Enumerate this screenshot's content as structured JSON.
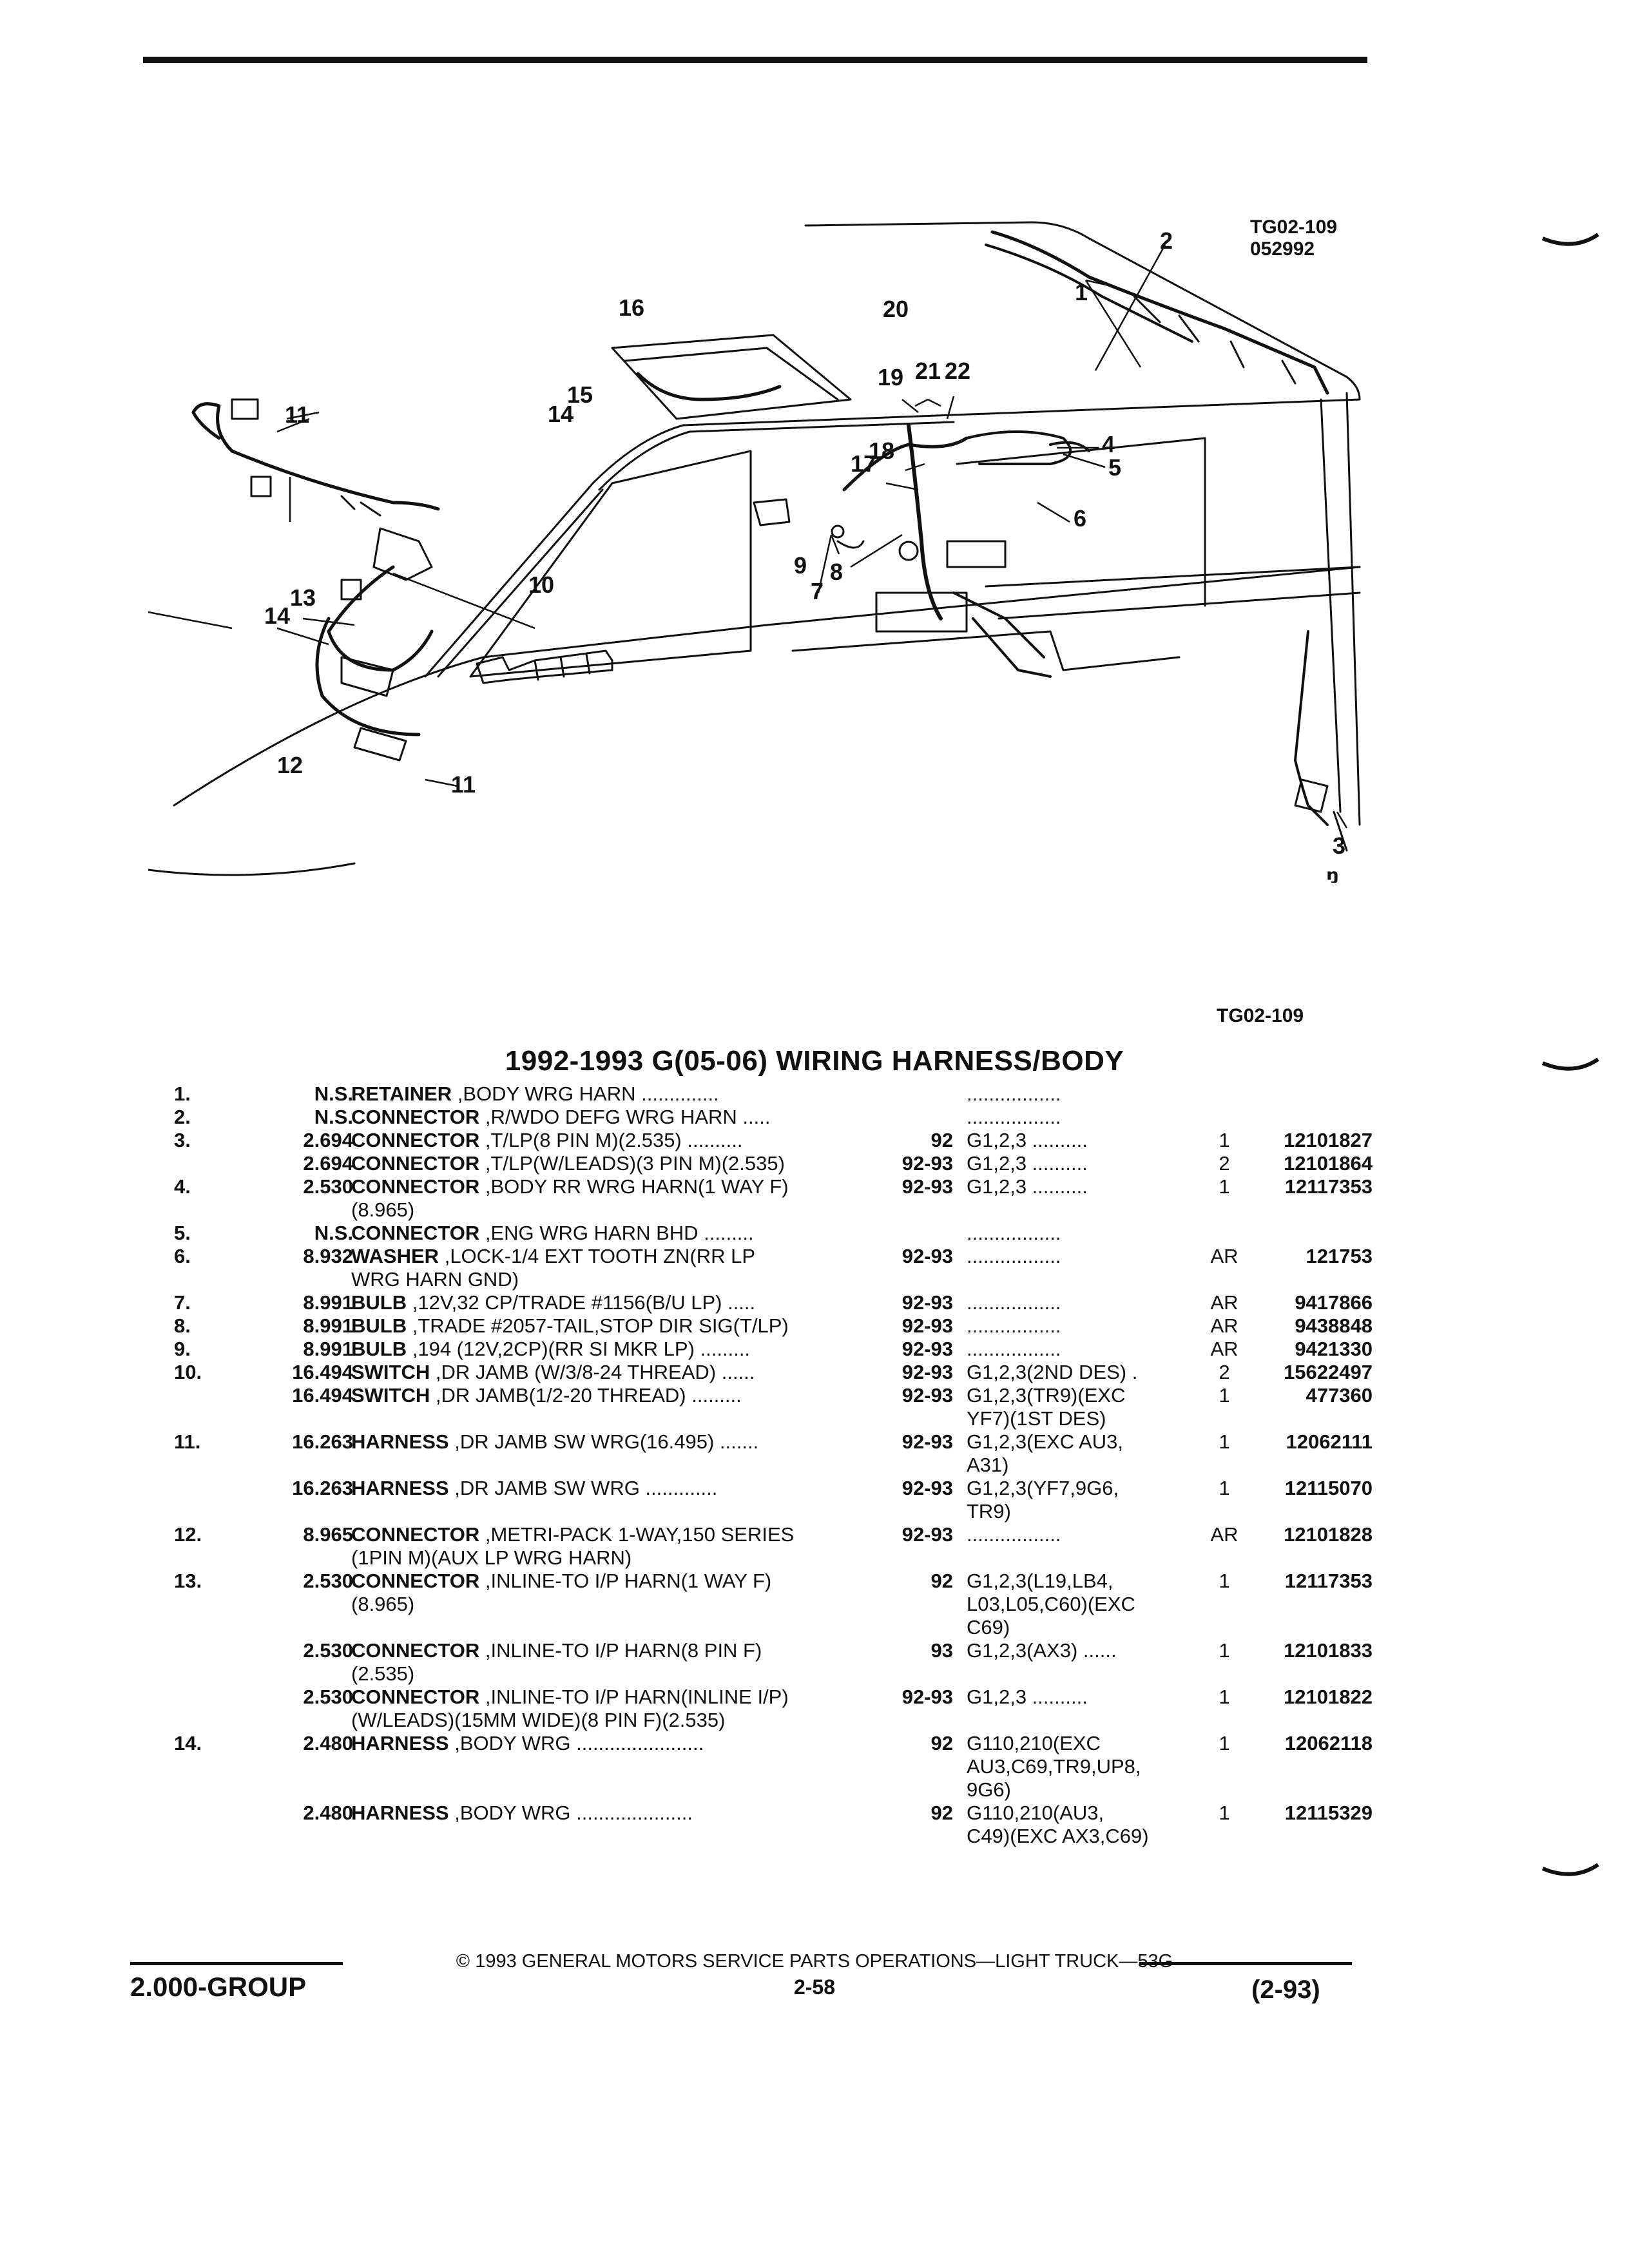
{
  "figure": {
    "id_top": "TG02-109",
    "date_code": "052992",
    "id_bottom": "TG02-109",
    "callouts": [
      "1",
      "2",
      "3",
      "4",
      "5",
      "6",
      "7",
      "8",
      "9",
      "10",
      "11",
      "11",
      "12",
      "13",
      "14",
      "14",
      "15",
      "16",
      "17",
      "18",
      "19",
      "20",
      "21",
      "22"
    ]
  },
  "title": "1992-1993 G(05-06) WIRING HARNESS/BODY",
  "parts": [
    {
      "item": "1.",
      "group": "N.S.",
      "name": "RETAINER",
      "desc": ",BODY WRG HARN ..............",
      "years": "",
      "models": ".................",
      "qty": "",
      "part": ""
    },
    {
      "item": "2.",
      "group": "N.S.",
      "name": "CONNECTOR",
      "desc": ",R/WDO DEFG WRG HARN .....",
      "years": "",
      "models": ".................",
      "qty": "",
      "part": ""
    },
    {
      "item": "3.",
      "group": "2.694",
      "name": "CONNECTOR",
      "desc": ",T/LP(8 PIN M)(2.535) ..........",
      "years": "92",
      "models": "G1,2,3 ..........",
      "qty": "1",
      "part": "12101827"
    },
    {
      "item": "",
      "group": "2.694",
      "name": "CONNECTOR",
      "desc": ",T/LP(W/LEADS)(3 PIN M)(2.535)",
      "years": "92-93",
      "models": "G1,2,3 ..........",
      "qty": "2",
      "part": "12101864"
    },
    {
      "item": "4.",
      "group": "2.530",
      "name": "CONNECTOR",
      "desc": ",BODY RR WRG HARN(1 WAY F)",
      "years": "92-93",
      "models": "G1,2,3 ..........",
      "qty": "1",
      "part": "12117353"
    },
    {
      "item": "",
      "group": "",
      "name": "",
      "desc": "(8.965)",
      "years": "",
      "models": "",
      "qty": "",
      "part": ""
    },
    {
      "item": "5.",
      "group": "N.S.",
      "name": "CONNECTOR",
      "desc": ",ENG WRG HARN BHD .........",
      "years": "",
      "models": ".................",
      "qty": "",
      "part": ""
    },
    {
      "item": "6.",
      "group": "8.932",
      "name": "WASHER",
      "desc": ",LOCK-1/4 EXT TOOTH ZN(RR LP",
      "years": "92-93",
      "models": ".................",
      "qty": "AR",
      "part": "121753"
    },
    {
      "item": "",
      "group": "",
      "name": "",
      "desc": "WRG HARN GND)",
      "years": "",
      "models": "",
      "qty": "",
      "part": ""
    },
    {
      "item": "7.",
      "group": "8.991",
      "name": "BULB",
      "desc": ",12V,32 CP/TRADE #1156(B/U LP) .....",
      "years": "92-93",
      "models": ".................",
      "qty": "AR",
      "part": "9417866"
    },
    {
      "item": "8.",
      "group": "8.991",
      "name": "BULB",
      "desc": ",TRADE #2057-TAIL,STOP DIR SIG(T/LP)",
      "years": "92-93",
      "models": ".................",
      "qty": "AR",
      "part": "9438848"
    },
    {
      "item": "9.",
      "group": "8.991",
      "name": "BULB",
      "desc": ",194 (12V,2CP)(RR SI MKR LP) .........",
      "years": "92-93",
      "models": ".................",
      "qty": "AR",
      "part": "9421330"
    },
    {
      "item": "10.",
      "group": "16.494",
      "name": "SWITCH",
      "desc": ",DR JAMB (W/3/8-24 THREAD) ......",
      "years": "92-93",
      "models": "G1,2,3(2ND DES) .",
      "qty": "2",
      "part": "15622497"
    },
    {
      "item": "",
      "group": "16.494",
      "name": "SWITCH",
      "desc": ",DR JAMB(1/2-20 THREAD) .........",
      "years": "92-93",
      "models": "G1,2,3(TR9)(EXC",
      "qty": "1",
      "part": "477360"
    },
    {
      "item": "",
      "group": "",
      "name": "",
      "desc": "",
      "years": "",
      "models": "YF7)(1ST DES)",
      "qty": "",
      "part": ""
    },
    {
      "item": "11.",
      "group": "16.263",
      "name": "HARNESS",
      "desc": ",DR JAMB SW WRG(16.495) .......",
      "years": "92-93",
      "models": "G1,2,3(EXC AU3,",
      "qty": "1",
      "part": "12062111"
    },
    {
      "item": "",
      "group": "",
      "name": "",
      "desc": "",
      "years": "",
      "models": "A31)",
      "qty": "",
      "part": ""
    },
    {
      "item": "",
      "group": "16.263",
      "name": "HARNESS",
      "desc": ",DR JAMB SW WRG .............",
      "years": "92-93",
      "models": "G1,2,3(YF7,9G6,",
      "qty": "1",
      "part": "12115070"
    },
    {
      "item": "",
      "group": "",
      "name": "",
      "desc": "",
      "years": "",
      "models": "TR9)",
      "qty": "",
      "part": ""
    },
    {
      "item": "12.",
      "group": "8.965",
      "name": "CONNECTOR",
      "desc": ",METRI-PACK 1-WAY,150 SERIES",
      "years": "92-93",
      "models": ".................",
      "qty": "AR",
      "part": "12101828"
    },
    {
      "item": "",
      "group": "",
      "name": "",
      "desc": "(1PIN M)(AUX LP WRG HARN)",
      "years": "",
      "models": "",
      "qty": "",
      "part": ""
    },
    {
      "item": "13.",
      "group": "2.530",
      "name": "CONNECTOR",
      "desc": ",INLINE-TO I/P HARN(1 WAY F)",
      "years": "92",
      "models": "G1,2,3(L19,LB4,",
      "qty": "1",
      "part": "12117353"
    },
    {
      "item": "",
      "group": "",
      "name": "",
      "desc": "(8.965)",
      "years": "",
      "models": "L03,L05,C60)(EXC",
      "qty": "",
      "part": ""
    },
    {
      "item": "",
      "group": "",
      "name": "",
      "desc": "",
      "years": "",
      "models": "C69)",
      "qty": "",
      "part": ""
    },
    {
      "item": "",
      "group": "2.530",
      "name": "CONNECTOR",
      "desc": ",INLINE-TO I/P HARN(8 PIN F)",
      "years": "93",
      "models": "G1,2,3(AX3) ......",
      "qty": "1",
      "part": "12101833"
    },
    {
      "item": "",
      "group": "",
      "name": "",
      "desc": "(2.535)",
      "years": "",
      "models": "",
      "qty": "",
      "part": ""
    },
    {
      "item": "",
      "group": "2.530",
      "name": "CONNECTOR",
      "desc": ",INLINE-TO I/P HARN(INLINE I/P)",
      "years": "92-93",
      "models": "G1,2,3 ..........",
      "qty": "1",
      "part": "12101822"
    },
    {
      "item": "",
      "group": "",
      "name": "",
      "desc": "(W/LEADS)(15MM WIDE)(8 PIN F)(2.535)",
      "years": "",
      "models": "",
      "qty": "",
      "part": ""
    },
    {
      "item": "14.",
      "group": "2.480",
      "name": "HARNESS",
      "desc": ",BODY WRG .......................",
      "years": "92",
      "models": "G110,210(EXC",
      "qty": "1",
      "part": "12062118"
    },
    {
      "item": "",
      "group": "",
      "name": "",
      "desc": "",
      "years": "",
      "models": "AU3,C69,TR9,UP8,",
      "qty": "",
      "part": ""
    },
    {
      "item": "",
      "group": "",
      "name": "",
      "desc": "",
      "years": "",
      "models": "9G6)",
      "qty": "",
      "part": ""
    },
    {
      "item": "",
      "group": "2.480",
      "name": "HARNESS",
      "desc": ",BODY WRG .....................",
      "years": "92",
      "models": "G110,210(AU3,",
      "qty": "1",
      "part": "12115329"
    },
    {
      "item": "",
      "group": "",
      "name": "",
      "desc": "",
      "years": "",
      "models": "C49)(EXC AX3,C69)",
      "qty": "",
      "part": ""
    }
  ],
  "footer": {
    "copyright": "© 1993 GENERAL MOTORS SERVICE PARTS OPERATIONS—LIGHT TRUCK—53G",
    "group": "2.000-GROUP",
    "page": "2-58",
    "date": "(2-93)"
  }
}
